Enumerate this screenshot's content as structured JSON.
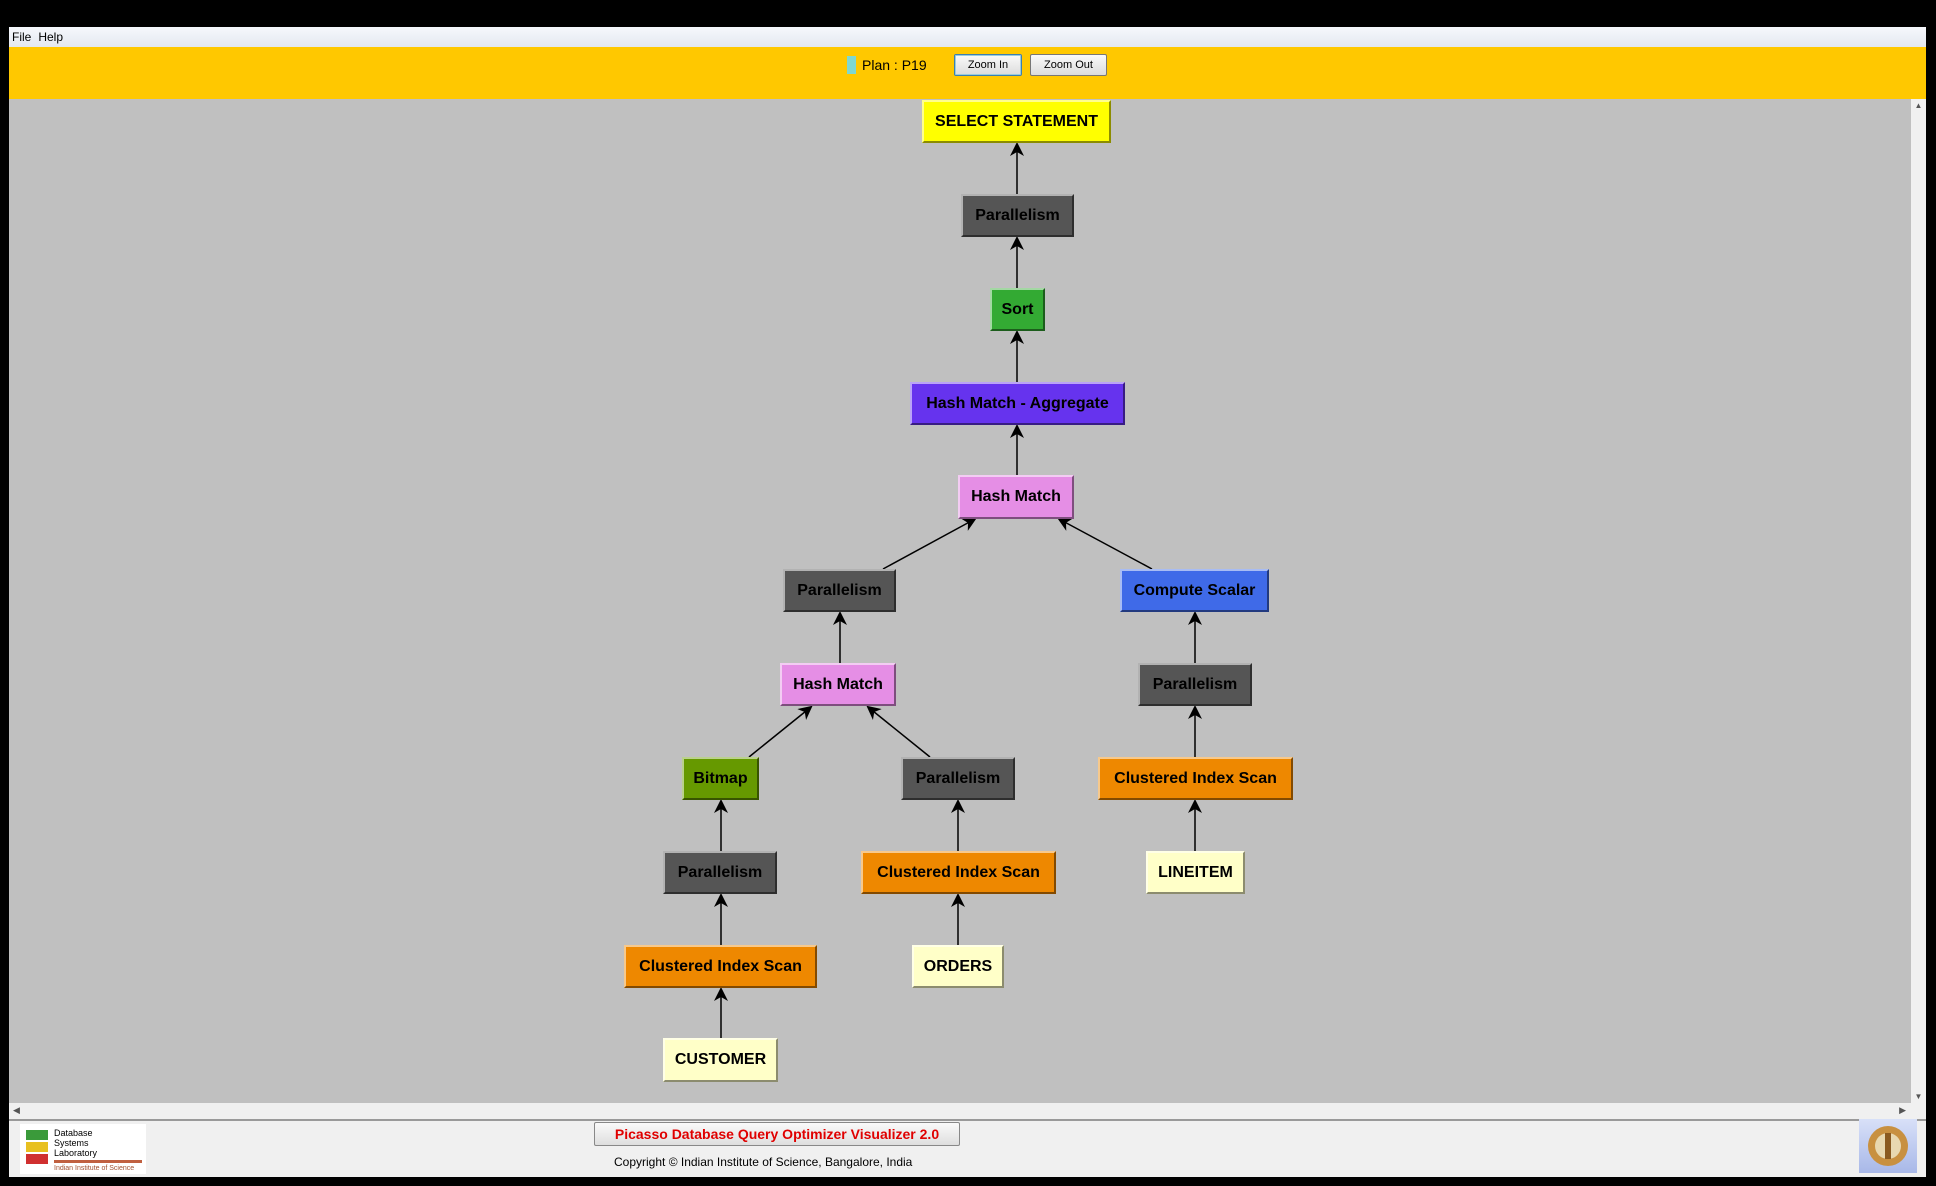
{
  "menu": [
    "File",
    "Help"
  ],
  "toolbar": {
    "plan_label": "Plan : P19",
    "zoom_in": "Zoom In",
    "zoom_out": "Zoom Out",
    "plan_color": "#7fd8d0"
  },
  "plan_tree": {
    "nodes": [
      {
        "id": "n0",
        "label": "SELECT STATEMENT",
        "color": "#ffff00",
        "parent": null
      },
      {
        "id": "n1",
        "label": "Parallelism",
        "color": "#555555",
        "parent": "n0"
      },
      {
        "id": "n2",
        "label": "Sort",
        "color": "#33aa33",
        "parent": "n1"
      },
      {
        "id": "n3",
        "label": "Hash Match - Aggregate",
        "color": "#6633ee",
        "parent": "n2"
      },
      {
        "id": "n4",
        "label": "Hash Match",
        "color": "#e58ee5",
        "parent": "n3"
      },
      {
        "id": "n5",
        "label": "Parallelism",
        "color": "#555555",
        "parent": "n4"
      },
      {
        "id": "n6",
        "label": "Compute Scalar",
        "color": "#3f6ae8",
        "parent": "n4"
      },
      {
        "id": "n7",
        "label": "Hash Match",
        "color": "#e58ee5",
        "parent": "n5"
      },
      {
        "id": "n8",
        "label": "Parallelism",
        "color": "#555555",
        "parent": "n6"
      },
      {
        "id": "n9",
        "label": "Bitmap",
        "color": "#669900",
        "parent": "n7"
      },
      {
        "id": "n10",
        "label": "Parallelism",
        "color": "#555555",
        "parent": "n7"
      },
      {
        "id": "n11",
        "label": "Clustered Index Scan",
        "color": "#ee8800",
        "parent": "n8"
      },
      {
        "id": "n12",
        "label": "Parallelism",
        "color": "#555555",
        "parent": "n9"
      },
      {
        "id": "n13",
        "label": "Clustered Index Scan",
        "color": "#ee8800",
        "parent": "n10"
      },
      {
        "id": "n14",
        "label": "LINEITEM",
        "color": "#ffffc8",
        "parent": "n11"
      },
      {
        "id": "n15",
        "label": "Clustered Index Scan",
        "color": "#ee8800",
        "parent": "n12"
      },
      {
        "id": "n16",
        "label": "ORDERS",
        "color": "#ffffc8",
        "parent": "n13"
      },
      {
        "id": "n17",
        "label": "CUSTOMER",
        "color": "#ffffc8",
        "parent": "n15"
      }
    ]
  },
  "footer": {
    "title": "Picasso Database Query Optimizer Visualizer 2.0",
    "copyright": "Copyright © Indian Institute of Science, Bangalore, India",
    "logo_text": "Database Systems Laboratory — Indian Institute of Science"
  }
}
